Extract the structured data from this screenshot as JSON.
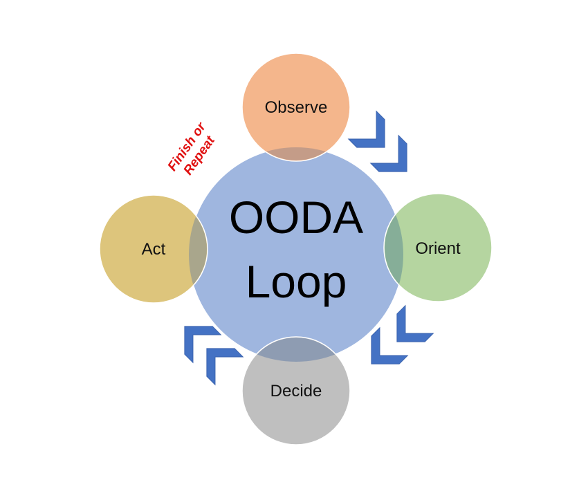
{
  "center": {
    "line1": "OODA",
    "line2": "Loop",
    "color": "#9FB6DF"
  },
  "stages": [
    {
      "id": "observe",
      "label": "Observe",
      "color": "#F4B68C",
      "overlap": "#C49C88"
    },
    {
      "id": "orient",
      "label": "Orient",
      "color": "#B5D5A0",
      "overlap": "#86AE98"
    },
    {
      "id": "decide",
      "label": "Decide",
      "color": "#BFBFBF",
      "overlap": "#8E9CB2"
    },
    {
      "id": "act",
      "label": "Act",
      "color": "#DDC57C",
      "overlap": "#A9A68C"
    }
  ],
  "annotation": {
    "line1": "Finish or",
    "line2": "Repeat",
    "color": "#E01010"
  },
  "arrow_color": "#4472C4"
}
